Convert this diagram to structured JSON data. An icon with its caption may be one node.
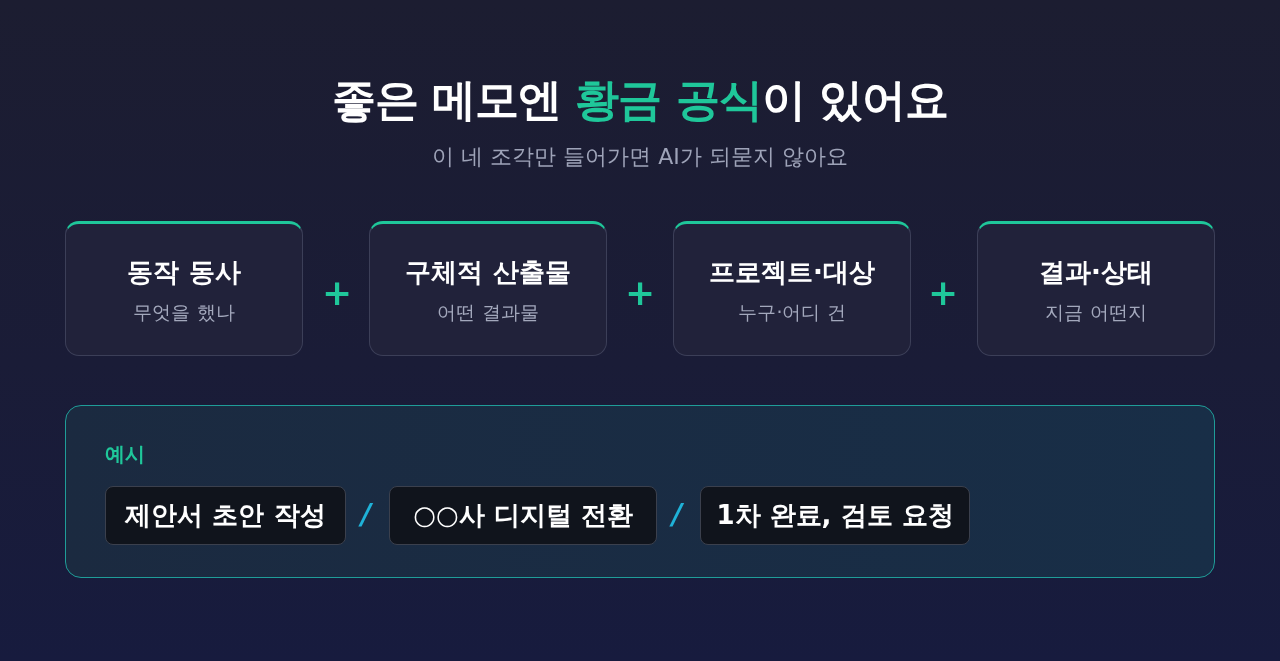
{
  "diagram": {
    "title": "좋은 메모엔 **황금 공식**이 있어요",
    "nodes": [
      {
        "text": [
          "동작 동사",
          "무엇을 했나"
        ]
      },
      {
        "text": [
          "구체적 산출물",
          "어떤 결과물"
        ]
      },
      {
        "text": [
          "프로젝트·대상",
          "누구·어디 건"
        ]
      },
      {
        "text": [
          "결과·상태",
          "지금 어떤지"
        ]
      },
      {
        "text": [
          "예시"
        ]
      },
      {
        "text": [
          "제안서 초안 작성"
        ],
        "in": 4
      },
      {
        "text": [
          "○○사 디지털 전환"
        ],
        "in": 4
      },
      {
        "text": [
          "1차 완료, 검토 요청"
        ],
        "in": 4
      }
    ],
    "labels": [
      "이 네 조각만 들어가면 AI가 되묻지 않아요",
      "+",
      "+",
      "+",
      "/",
      "/"
    ]
  }
}
